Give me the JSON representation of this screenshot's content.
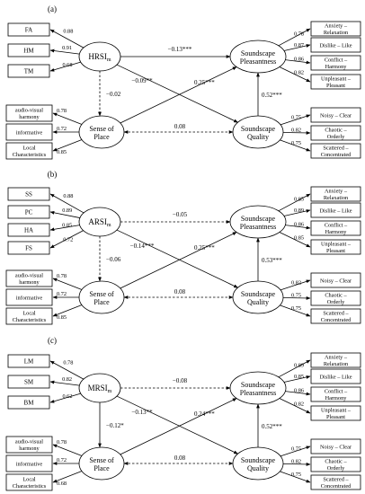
{
  "panels": [
    {
      "label": "(a)",
      "latent": {
        "main": "HRSI",
        "sub": "m"
      },
      "left_items": [
        {
          "text": "FA",
          "loading": "0.88"
        },
        {
          "text": "HM",
          "loading": "0.91"
        },
        {
          "text": "TM",
          "loading": "0.68"
        }
      ],
      "sop_items": [
        {
          "lines": [
            "audio-visual",
            "harmony"
          ],
          "loading": "0.78"
        },
        {
          "lines": [
            "informative"
          ],
          "loading": "0.72"
        },
        {
          "lines": [
            "Local",
            "Characteristics"
          ],
          "loading": "0.85"
        }
      ],
      "sp_items": [
        {
          "lines": [
            "Anxiety –",
            "Relaxation"
          ],
          "loading": "0.78"
        },
        {
          "lines": [
            "Dislike – Like"
          ],
          "loading": "0.87"
        },
        {
          "lines": [
            "Conflict –",
            "Harmony"
          ],
          "loading": "0.86"
        },
        {
          "lines": [
            "Unpleasant –",
            "Pleasant"
          ],
          "loading": "0.82"
        }
      ],
      "sq_items": [
        {
          "lines": [
            "Noisy – Clear"
          ],
          "loading": "0.75"
        },
        {
          "lines": [
            "Chaotic –",
            "Orderly"
          ],
          "loading": "0.82"
        },
        {
          "lines": [
            "Scattered –",
            "Concentrated"
          ],
          "loading": "0.75"
        }
      ],
      "sop_lines": [
        "Sense of",
        "Place"
      ],
      "sp_lines": [
        "Soundscape",
        "Pleasantness"
      ],
      "sq_lines": [
        "Soundscape",
        "Quality"
      ],
      "paths": {
        "latent_sp": "−0.13***",
        "latent_sq": "−0.09**",
        "latent_sop": "−0.02",
        "sop_sp": "0.25***",
        "sq_sp": "0.52***",
        "sop_sq": "0.08"
      }
    },
    {
      "label": "(b)",
      "latent": {
        "main": "ARSI",
        "sub": "m"
      },
      "left_items": [
        {
          "text": "SS",
          "loading": "0.88"
        },
        {
          "text": "PC",
          "loading": "0.89"
        },
        {
          "text": "HA",
          "loading": "0.85"
        },
        {
          "text": "FS",
          "loading": "0.72"
        }
      ],
      "sop_items": [
        {
          "lines": [
            "audio-visual",
            "harmony"
          ],
          "loading": "0.78"
        },
        {
          "lines": [
            "informative"
          ],
          "loading": "0.72"
        },
        {
          "lines": [
            "Local",
            "Characteristics"
          ],
          "loading": "0.85"
        }
      ],
      "sp_items": [
        {
          "lines": [
            "Anxiety –",
            "Relaxation"
          ],
          "loading": "0.85"
        },
        {
          "lines": [
            "Dislike – Like"
          ],
          "loading": "0.89"
        },
        {
          "lines": [
            "Conflict –",
            "Harmony"
          ],
          "loading": "0.86"
        },
        {
          "lines": [
            "Unpleasant –",
            "Pleasant"
          ],
          "loading": "0.85"
        }
      ],
      "sq_items": [
        {
          "lines": [
            "Noisy – Clear"
          ],
          "loading": "0.82"
        },
        {
          "lines": [
            "Chaotic –",
            "Orderly"
          ],
          "loading": "0.75"
        },
        {
          "lines": [
            "Scattered –",
            "Concentrated"
          ],
          "loading": "0.75"
        }
      ],
      "sop_lines": [
        "Sense of",
        "Place"
      ],
      "sp_lines": [
        "Soundscape",
        "Pleasantness"
      ],
      "sq_lines": [
        "Soundscape",
        "Quality"
      ],
      "paths": {
        "latent_sp": "−0.05",
        "latent_sq": "−0.14***",
        "latent_sop": "−0.06",
        "sop_sp": "0.25***",
        "sq_sp": "0.53***",
        "sop_sq": "0.08"
      }
    },
    {
      "label": "(c)",
      "latent": {
        "main": "MRSI",
        "sub": "m"
      },
      "left_items": [
        {
          "text": "LM",
          "loading": "0.78"
        },
        {
          "text": "SM",
          "loading": "0.82"
        },
        {
          "text": "BM",
          "loading": "0.62"
        }
      ],
      "sop_items": [
        {
          "lines": [
            "audio-visual",
            "harmony"
          ],
          "loading": "0.78"
        },
        {
          "lines": [
            "informative"
          ],
          "loading": "0.72"
        },
        {
          "lines": [
            "Local",
            "Characteristics"
          ],
          "loading": "0.68"
        }
      ],
      "sp_items": [
        {
          "lines": [
            "Anxiety –",
            "Relaxation"
          ],
          "loading": "0.89"
        },
        {
          "lines": [
            "Dislike – Like"
          ],
          "loading": "0.85"
        },
        {
          "lines": [
            "Conflict –",
            "Harmony"
          ],
          "loading": "0.86"
        },
        {
          "lines": [
            "Unpleasant –",
            "Pleasant"
          ],
          "loading": "0.82"
        }
      ],
      "sq_items": [
        {
          "lines": [
            "Noisy – Clear"
          ],
          "loading": "0.75"
        },
        {
          "lines": [
            "Chaotic –",
            "Orderly"
          ],
          "loading": "0.82"
        },
        {
          "lines": [
            "Scattered –",
            "Concentrated"
          ],
          "loading": "0.75"
        }
      ],
      "sop_lines": [
        "Sense of",
        "Place"
      ],
      "sp_lines": [
        "Soundscape",
        "Pleasantness"
      ],
      "sq_lines": [
        "Soundscape",
        "Quality"
      ],
      "paths": {
        "latent_sp": "−0.08",
        "latent_sq": "−0.13**",
        "latent_sop": "−0.12*",
        "sop_sp": "0.24***",
        "sq_sp": "0.52***",
        "sop_sq": "0.08"
      }
    }
  ]
}
